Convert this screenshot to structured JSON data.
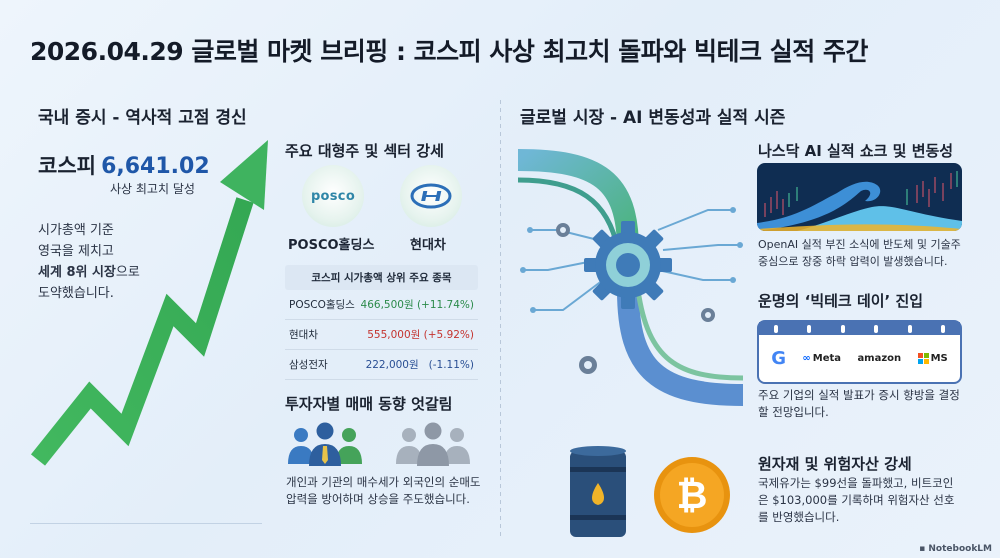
{
  "title": "2026.04.29 글로벌 마켓 브리핑 : 코스피 사상 최고치 돌파와 빅테크 실적 주간",
  "left": {
    "section_title": "국내 증시 - 역사적 고점 경신",
    "kospi_label": "코스피",
    "kospi_value": "6,641.02",
    "kospi_sub": "사상 최고치 달성",
    "desc_line1": "시가총액 기준",
    "desc_line2": "영국을 제치고",
    "desc_line3_bold": "세계 8위 시장",
    "desc_line3_rest": "으로",
    "desc_line4": "도약했습니다."
  },
  "middle": {
    "stocks_title": "주요 대형주 및 섹터 강세",
    "posco_logo_text": "posco",
    "posco_name": "POSCO홀딩스",
    "hyundai_name": "현대차",
    "table_header": "코스피 시가총액 상위 주요 종목",
    "rows": [
      {
        "name": "POSCO홀딩스",
        "value": "466,500원 (+11.74%)"
      },
      {
        "name": "현대차",
        "value": "555,000원 (+5.92%)"
      },
      {
        "name": "삼성전자",
        "value": "222,000원   (-1.11%)"
      }
    ],
    "investors_title": "투자자별 매매 동향 엇갈림",
    "investors_desc": "개인과 기관의 매수세가 외국인의 순매도 압력을 방어하며 상승을 주도했습니다."
  },
  "right": {
    "section_title": "글로벌 시장 - AI 변동성과 실적 시즌",
    "nasdaq_title": "나스닥 AI 실적 쇼크 및 변동성",
    "nasdaq_desc": "OpenAI 실적 부진 소식에 반도체 및 기술주 중심으로 장중 하락 압력이 발생했습니다.",
    "bigtech_title": "운명의 ‘빅테크 데이’ 진입",
    "brands": {
      "google": "G",
      "meta": "Meta",
      "amazon": "amazon",
      "ms": "MS"
    },
    "bigtech_desc": "주요 기업의 실적 발표가 증시 향방을 결정할 전망입니다.",
    "commodity_title": "원자재 및 위험자산 강세",
    "commodity_desc": "국제유가는 $99선을 돌파했고, 비트코인은 $103,000를 기록하며 위험자산 선호를 반영했습니다."
  },
  "footer": "NotebookLM",
  "colors": {
    "kospi_blue": "#1f57a8",
    "arrow_green": "#3fb35f",
    "gain_green": "#2b8a4a",
    "gain_red": "#c4332f",
    "loss_blue": "#2a4f94",
    "calendar_blue": "#4a72b3"
  }
}
